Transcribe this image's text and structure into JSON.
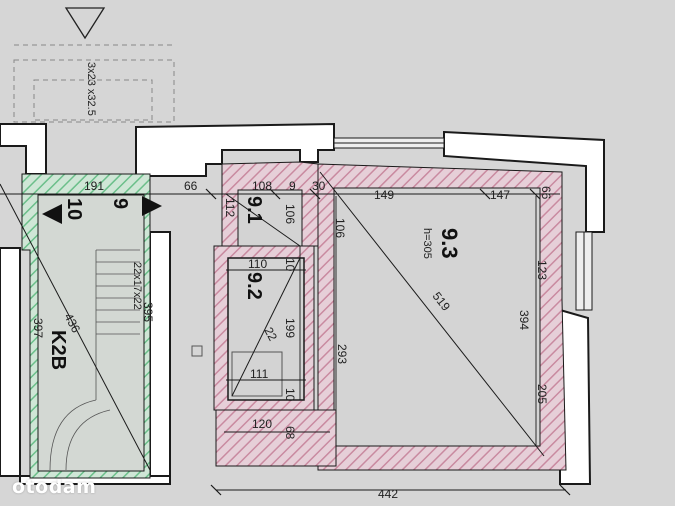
{
  "rooms": {
    "r9_1": "9.1",
    "r9_2": "9.2",
    "r9_3": "9.3",
    "r9_3_height": "h=305",
    "stair": "K2B",
    "floor_up": "9",
    "floor_down": "10"
  },
  "dims": {
    "d191": "191",
    "d66a": "66",
    "d108": "108",
    "d9": "9",
    "d30": "30",
    "d149": "149",
    "d147": "147",
    "d66b": "66",
    "d112": "112",
    "d106a": "106",
    "d106b": "106",
    "d110": "110",
    "d10a": "10",
    "d199": "199",
    "d111": "111",
    "d10b": "10",
    "d120": "120",
    "d68": "68",
    "d293": "293",
    "d519": "519",
    "d394": "394",
    "d123": "123",
    "d205": "205",
    "d442": "442",
    "d397": "397",
    "d436": "436",
    "d395": "395",
    "d22": "22",
    "stairs_spec": "22x17x22",
    "shaft_spec": "3x23 x32.5"
  },
  "watermark": "otodam",
  "colors": {
    "hatch_pink": "#c98aa0",
    "hatch_green": "#6bbf8a",
    "wall": "#ffffff",
    "line": "#1a1a1a"
  }
}
